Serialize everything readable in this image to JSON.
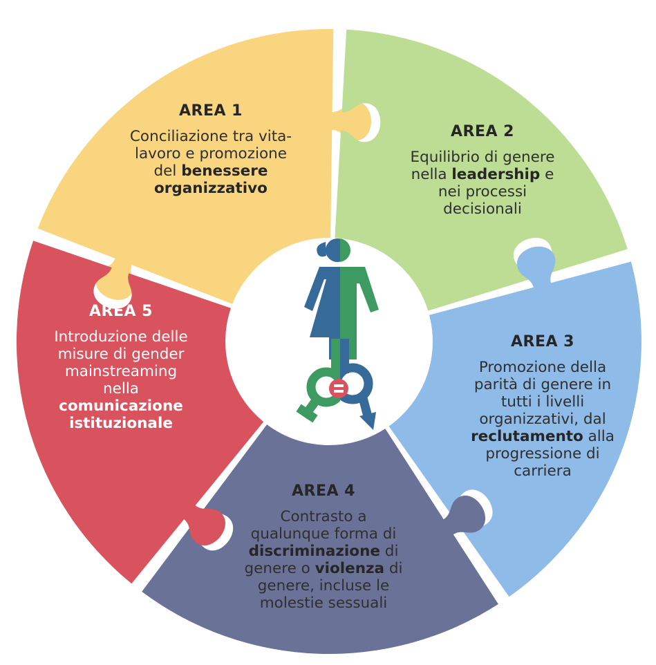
{
  "colors": {
    "area1": "#F8D57E",
    "area2": "#BCDD93",
    "area3": "#8FBBE8",
    "area4": "#6A7297",
    "area5": "#D9535F",
    "figure_blue": "#356A99",
    "figure_green": "#3D9A60",
    "equals_bg": "#D9535F"
  },
  "center_icon": {
    "name": "gender-equality-icon",
    "symbol": "="
  },
  "areas": [
    {
      "id": "area-1",
      "title": "AREA 1",
      "lines": [
        [
          {
            "t": "Conciliazione tra vita-",
            "b": false
          }
        ],
        [
          {
            "t": "lavoro e promozione",
            "b": false
          }
        ],
        [
          {
            "t": "del ",
            "b": false
          },
          {
            "t": "benessere",
            "b": true
          }
        ],
        [
          {
            "t": "organizzativo",
            "b": true
          }
        ]
      ]
    },
    {
      "id": "area-2",
      "title": "AREA 2",
      "lines": [
        [
          {
            "t": "Equilibrio di genere",
            "b": false
          }
        ],
        [
          {
            "t": "nella ",
            "b": false
          },
          {
            "t": "leadership",
            "b": true
          },
          {
            "t": " e",
            "b": false
          }
        ],
        [
          {
            "t": "nei processi",
            "b": false
          }
        ],
        [
          {
            "t": "decisionali",
            "b": false
          }
        ]
      ]
    },
    {
      "id": "area-3",
      "title": "AREA 3",
      "lines": [
        [
          {
            "t": "Promozione della",
            "b": false
          }
        ],
        [
          {
            "t": "parità di genere in",
            "b": false
          }
        ],
        [
          {
            "t": "tutti i livelli",
            "b": false
          }
        ],
        [
          {
            "t": "organizzativi, dal",
            "b": false
          }
        ],
        [
          {
            "t": "reclutamento",
            "b": true
          },
          {
            "t": " alla",
            "b": false
          }
        ],
        [
          {
            "t": "progressione di",
            "b": false
          }
        ],
        [
          {
            "t": "carriera",
            "b": false
          }
        ]
      ]
    },
    {
      "id": "area-4",
      "title": "AREA 4",
      "lines": [
        [
          {
            "t": "Contrasto a",
            "b": false
          }
        ],
        [
          {
            "t": "qualunque forma di",
            "b": false
          }
        ],
        [
          {
            "t": "discriminazione",
            "b": true
          },
          {
            "t": " di",
            "b": false
          }
        ],
        [
          {
            "t": "genere o ",
            "b": false
          },
          {
            "t": "violenza",
            "b": true
          },
          {
            "t": " di",
            "b": false
          }
        ],
        [
          {
            "t": "genere, incluse le",
            "b": false
          }
        ],
        [
          {
            "t": "molestie sessuali",
            "b": false
          }
        ]
      ]
    },
    {
      "id": "area-5",
      "title": "AREA 5",
      "lines": [
        [
          {
            "t": "Introduzione delle",
            "b": false
          }
        ],
        [
          {
            "t": "misure di gender",
            "b": false
          }
        ],
        [
          {
            "t": "mainstreaming",
            "b": false
          }
        ],
        [
          {
            "t": "nella",
            "b": false
          }
        ],
        [
          {
            "t": "comunicazione",
            "b": true
          }
        ],
        [
          {
            "t": "istituzionale",
            "b": true
          }
        ]
      ]
    }
  ]
}
